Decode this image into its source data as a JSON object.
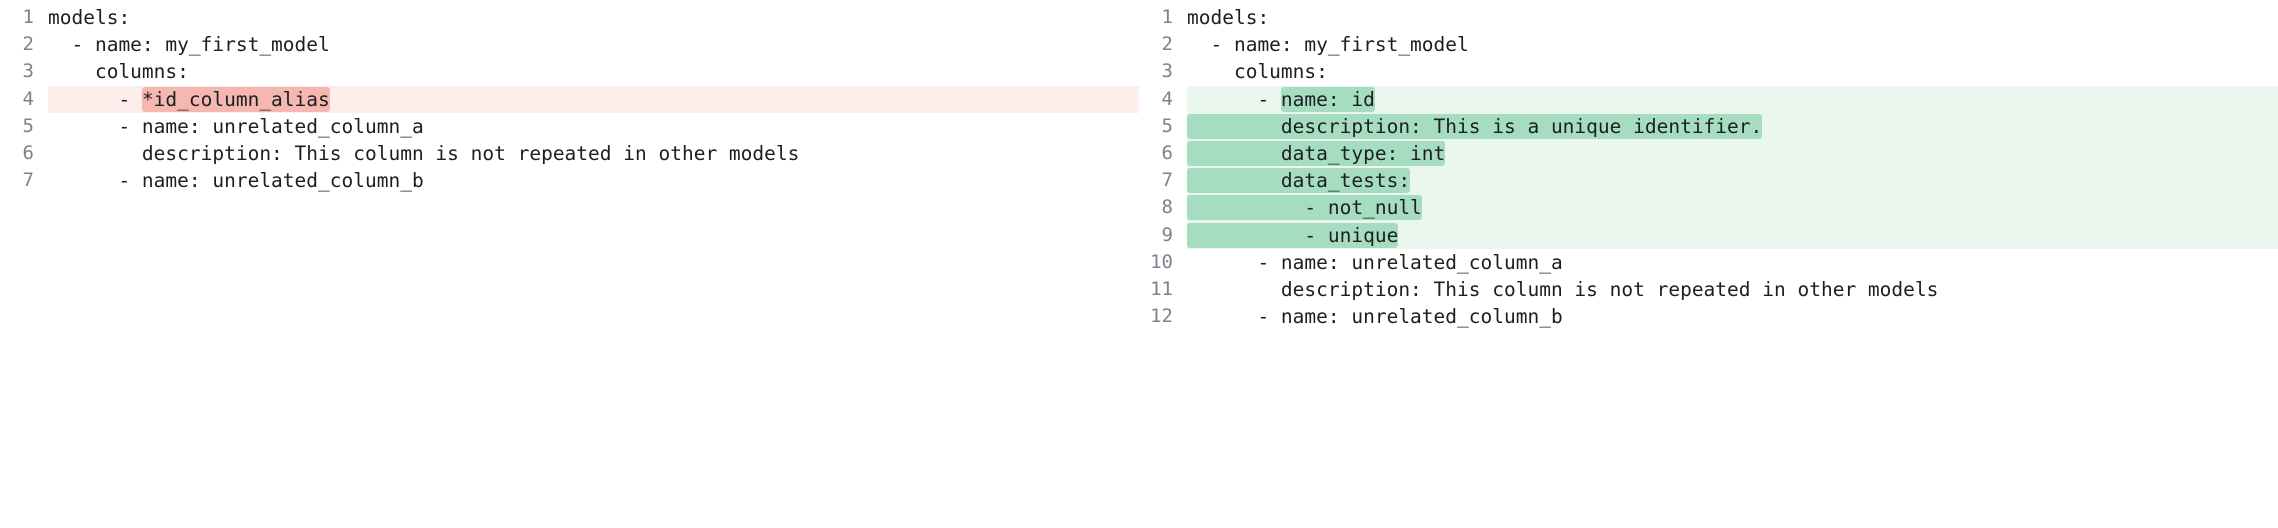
{
  "view": {
    "kind": "side-by-side-diff",
    "colors": {
      "background": "#ffffff",
      "line_number": "#7b848c",
      "code_text": "#1b1f23",
      "deleted_row_band": "#fdedeb",
      "deleted_inline_highlight": "#f5b7b0",
      "added_row_band": "#eaf7ef",
      "added_inline_highlight": "#a6ddc0",
      "placeholder_block": "#eff0f1"
    }
  },
  "left_pane": {
    "name": "before",
    "lines": [
      {
        "number": "1",
        "text": "models:",
        "state": "context"
      },
      {
        "number": "2",
        "text": "  - name: my_first_model",
        "state": "context"
      },
      {
        "number": "3",
        "text": "    columns:",
        "state": "context"
      },
      {
        "number": "4",
        "prefix": "      - ",
        "highlight": "*id_column_alias",
        "suffix": "",
        "state": "deleted"
      },
      {
        "number": "5",
        "text": "      - name: unrelated_column_a",
        "state": "context"
      },
      {
        "number": "6",
        "text": "        description: This column is not repeated in other models",
        "state": "context"
      },
      {
        "number": "7",
        "text": "      - name: unrelated_column_b",
        "state": "context"
      }
    ]
  },
  "right_pane": {
    "name": "after",
    "lines": [
      {
        "number": "1",
        "text": "models:",
        "state": "context"
      },
      {
        "number": "2",
        "text": "  - name: my_first_model",
        "state": "context"
      },
      {
        "number": "3",
        "text": "    columns:",
        "state": "context"
      },
      {
        "number": "4",
        "prefix": "      - ",
        "highlight": "name: id",
        "suffix": "",
        "state": "added"
      },
      {
        "number": "5",
        "prefix": "",
        "highlight": "        description: This is a unique identifier.",
        "suffix": "",
        "state": "added"
      },
      {
        "number": "6",
        "prefix": "",
        "highlight": "        data_type: int",
        "suffix": "",
        "state": "added"
      },
      {
        "number": "7",
        "prefix": "",
        "highlight": "        data_tests:",
        "suffix": "",
        "state": "added"
      },
      {
        "number": "8",
        "prefix": "",
        "highlight": "          - not_null",
        "suffix": "",
        "state": "added"
      },
      {
        "number": "9",
        "prefix": "",
        "highlight": "          - unique",
        "suffix": "",
        "state": "added"
      },
      {
        "number": "10",
        "text": "      - name: unrelated_column_a",
        "state": "context"
      },
      {
        "number": "11",
        "text": "        description: This column is not repeated in other models",
        "state": "context"
      },
      {
        "number": "12",
        "text": "      - name: unrelated_column_b",
        "state": "context"
      }
    ]
  }
}
